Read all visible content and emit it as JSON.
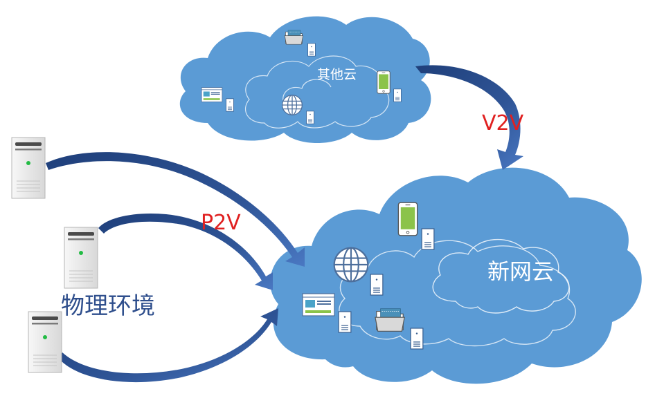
{
  "clouds": {
    "other_cloud": {
      "label": "其他云"
    },
    "new_cloud": {
      "label": "新网云"
    }
  },
  "physical_environment": {
    "label": "物理环境",
    "server_count": 3
  },
  "arrows": {
    "p2v": {
      "label": "P2V"
    },
    "v2v": {
      "label": "V2V"
    }
  },
  "colors": {
    "cloud_fill": "#5b9bd5",
    "cloud_inner_stroke": "#ffffff",
    "arrow_fill": "#2f5597",
    "arrow_label": "#e02020",
    "physical_label": "#2e4e8c",
    "server_body": "#eeeeee",
    "server_led": "#22bb44"
  },
  "icons": {
    "other_cloud": [
      "folder-icon",
      "document-icon",
      "mobile-phone-icon",
      "document-icon",
      "web-page-icon",
      "document-icon",
      "globe-icon",
      "document-icon"
    ],
    "new_cloud": [
      "mobile-phone-icon",
      "document-icon",
      "globe-icon",
      "document-icon",
      "web-page-icon",
      "document-icon",
      "folder-icon",
      "document-icon"
    ],
    "physical": [
      "server-icon",
      "server-icon",
      "server-icon"
    ]
  }
}
